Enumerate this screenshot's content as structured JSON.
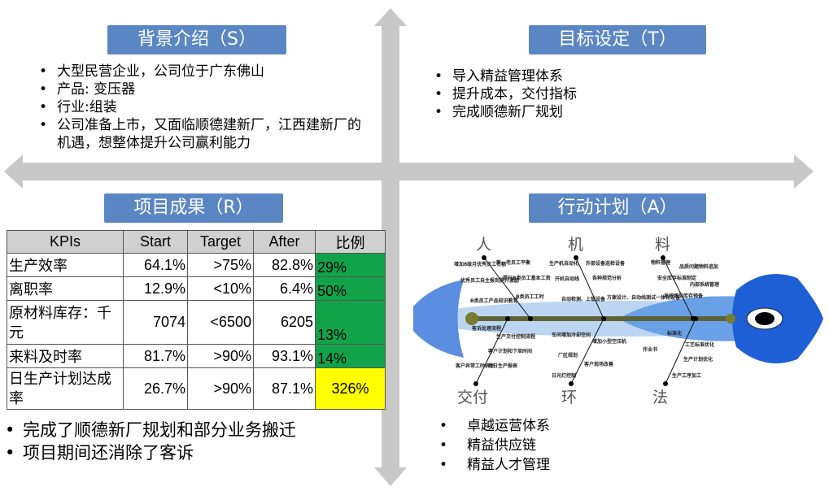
{
  "situation": {
    "title": "背景介绍（S）",
    "bullets": [
      "大型民营企业，公司位于广东佛山",
      "产品: 变压器",
      "行业:组装",
      "公司准备上市，又面临顺德建新厂，江西建新厂的机遇，想整体提升公司赢利能力"
    ]
  },
  "task": {
    "title": "目标设定（T）",
    "bullets": [
      "导入精益管理体系",
      "提升成本，交付指标",
      "完成顺德新厂规划"
    ]
  },
  "result": {
    "title": "项目成果（R）",
    "table": {
      "headers": [
        "KPIs",
        "Start",
        "Target",
        "After",
        "比例"
      ],
      "rows": [
        [
          "生产效率",
          "64.1%",
          ">75%",
          "82.8%",
          "29%"
        ],
        [
          "离职率",
          "12.9%",
          "<10%",
          "6.4%",
          "50%"
        ],
        [
          "原材料库存：千元",
          "7074",
          "<6500",
          "6205",
          "13%"
        ],
        [
          "来料及时率",
          "81.7%",
          ">90%",
          "93.1%",
          "14%"
        ],
        [
          "日生产计划达成率",
          "26.7%",
          ">90%",
          "87.1%",
          "326%"
        ]
      ]
    },
    "bullets": [
      "完成了顺德新厂规划和部分业务搬迁",
      "项目期间还消除了客诉"
    ]
  },
  "action": {
    "title": "行动计划（A）",
    "bullets": [
      "卓越运营体系",
      "精益供应链",
      "精益人才管理"
    ],
    "fishbone": {
      "categories": [
        "人",
        "机",
        "料",
        "交付",
        "环",
        "法"
      ],
      "labels": [
        "增加8级月优秀员工名额",
        "优秀员工自主报到提升激励",
        "B类员工产品知识教育",
        "新、老员工平衡",
        "提升B类员工基本工资",
        "B类员工工时",
        "生产机自动化",
        "开机自动线",
        "自动检测、上锁设备",
        "外部设备巡检设备",
        "各种规范分析",
        "方案设计、自动线测试一体化设备",
        "物料管理",
        "安全库存标准制定",
        "系统增加库存预备",
        "品质问题物料追加",
        "内部系统管理",
        "客诉处理流程",
        "生产交付控制流程",
        "客户计划和下单时间",
        "客户异常工时统计",
        "每日生产报表",
        "车间增加冷却空间",
        "厂区规划",
        "日光灯控制",
        "增加小型空压机",
        "客户现场改善",
        "标准化",
        "作业书",
        "工艺标准优化",
        "生产计划优化",
        "生产工序加工"
      ]
    }
  },
  "colors": {
    "title_bg": "#5a86c4",
    "arrow": "#c8c8c8",
    "good": "#12a34a",
    "warn": "#ffff00"
  }
}
